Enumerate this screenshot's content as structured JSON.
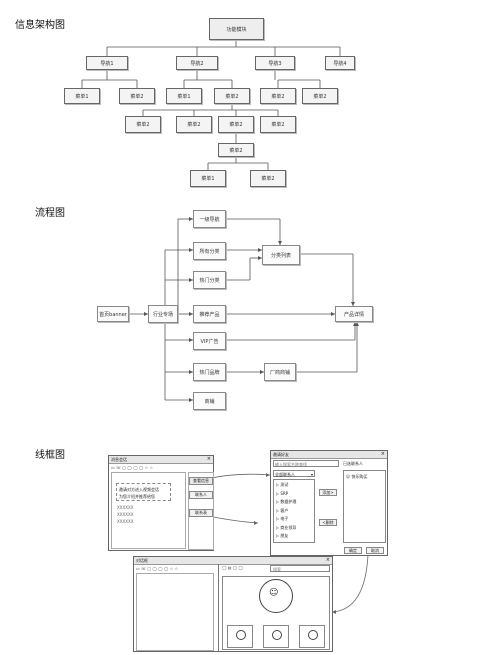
{
  "sections": {
    "info_arch": "信息架构图",
    "flow": "流程图",
    "wireframe": "线框图"
  },
  "info_arch": {
    "root": "功能模块",
    "nav1": "导航1",
    "nav2": "导航2",
    "nav3": "导航3",
    "nav4": "导航4",
    "menu1": "菜单1",
    "menu2": "菜单2"
  },
  "flow": {
    "banner": "首页banner",
    "industry": "行业专场",
    "nav1": "一级导航",
    "category": "所有分类",
    "hot_category": "热门分类",
    "category_list": "分类列表",
    "recommend": "推荐产品",
    "vip": "VIP广告",
    "hot_brand": "热门品牌",
    "brand": "商铺",
    "manufacturer": "厂商商铺",
    "product_detail": "产品详情"
  },
  "wireframe": {
    "chat_window": {
      "title": "消息会话",
      "popup_line1": "邀请对方进入视频会话",
      "popup_line2": "为您介绍并推荐给您",
      "list_items": [
        "XXXXXX",
        "XXXXXX",
        "XXXXXX"
      ],
      "side_tab1": "查看信息",
      "side_tab2": "联系人",
      "side_tab3": "联系表"
    },
    "invite_window": {
      "title": "邀请好友",
      "search_placeholder": "输入搜索名称查找",
      "dropdown": "全部联系人",
      "selected_label": "已选联系人",
      "selected_item": "快乐购买",
      "groups": [
        "测试",
        "SRP",
        "数据护理",
        "客户",
        "电子",
        "商业领导",
        "朋友"
      ],
      "add_btn": "添加>",
      "remove_btn": "<删除",
      "ok_btn": "确定",
      "cancel_btn": "取消"
    },
    "call_window": {
      "title": "对话框",
      "search_placeholder": "搜索"
    }
  }
}
